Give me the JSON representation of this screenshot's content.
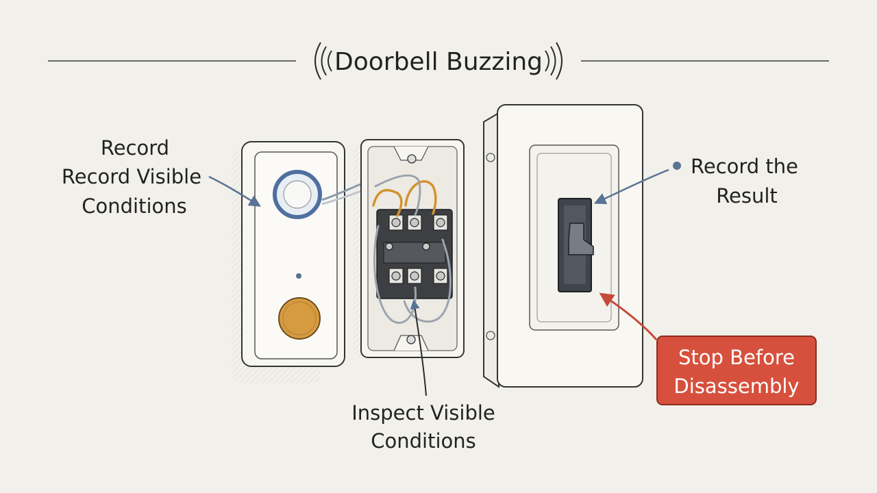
{
  "header": {
    "title": "Doorbell Buzzing"
  },
  "labels": {
    "doorbell_callout": [
      "Record",
      "Record Visible",
      "Conditions"
    ],
    "junction_callout": [
      "Inspect Visible",
      "Conditions"
    ],
    "switch_callout": [
      "Record the",
      "Result"
    ],
    "warning_callout": [
      "Stop Before",
      "Disassembly"
    ]
  },
  "colors": {
    "background": "#f1f0ea",
    "line": "#2b2b2b",
    "arrow_blue": "#5a7394",
    "ring_blue": "#4f6f9e",
    "button_amber": "#d69b40",
    "wire_amber": "#d4922e",
    "warning_red": "#d6503d",
    "breaker_dark": "#3f454b"
  },
  "icons": {
    "title_sound_left": "sound-waves-left-icon",
    "title_sound_right": "sound-waves-right-icon",
    "bullet": "dot-bullet-icon"
  }
}
